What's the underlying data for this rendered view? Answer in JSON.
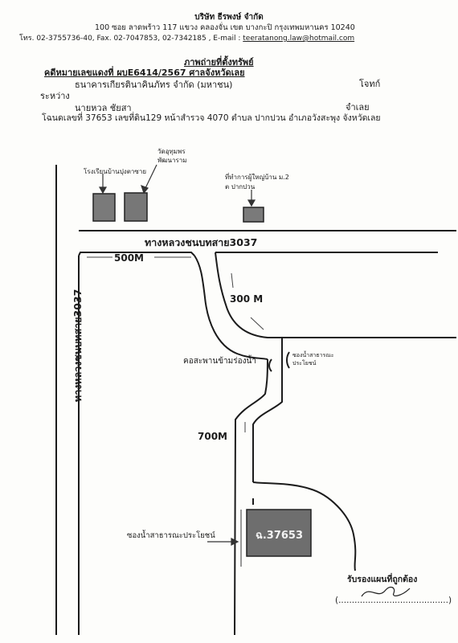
{
  "header": {
    "company": "บริษัท ธีรพงษ์ จำกัด",
    "address_line": "100   ซอย ลาดพร้าว 117   แขวง คลองจั่น   เขต บางกะปิ   กรุงเทพมหานคร  10240",
    "contact_line": "โทร. 02-3755736-40, Fax.  02-7047853, 02-7342185  , E-mail : ",
    "email": "teeratanong.law@hotmail.com"
  },
  "document": {
    "title": "ภาพถ่ายที่ตั้งทรัพย์",
    "case_line": "คดีหมายเลขแดงที่ ผบE6414/2567 ศาลจังหวัดเลย",
    "plaintiff": "ธนาคารเกียรตินาคินภัทร จำกัด (มหาชน)",
    "plaintiff_role": "โจทก์",
    "between": "ระหว่าง",
    "defendant": "นายหวล ชัยสา",
    "defendant_role": "จำเลย",
    "deed_line": "โฉนดเลขที่ 37653 เลขที่ดิน129 หน้าสำรวจ 4070 ตำบล ปากปวน อำเภอวังสะพุง จังหวัดเลย"
  },
  "map": {
    "landmarks": {
      "school": "โรงเรียนบ้านปุงตาซาย",
      "temple_line1": "วัดอุทุมพร",
      "temple_line2": "พัฒนาราม",
      "village_head_line1": "ที่ทำการผู้ใหญ่บ้าน ม.2",
      "village_head_line2": "ต ปากปวน"
    },
    "roads": {
      "horizontal": "ทางหลวงชนบทสาย3037",
      "vertical": "ทางหลวงชนบทสาย3037"
    },
    "distances": {
      "d1": "500M",
      "d2": "300 M",
      "d3": "700M"
    },
    "bridge_label": "คอสะพานข้ามร่องน้ำ",
    "canal_small_line1": "ซองน้ำสาธารณะ",
    "canal_small_line2": "ประโยชน์",
    "canal_label": "ซองน้ำสาธารณะประโยชน์",
    "plot_label": "ฉ.37653"
  },
  "footer": {
    "certify": "รับรองแผนที่ถูกต้อง",
    "signature_line": "(.........................................)"
  },
  "colors": {
    "building_fill": "#7a7a7a",
    "plot_fill": "#6e6e6e",
    "ink": "#1b1b1b"
  }
}
